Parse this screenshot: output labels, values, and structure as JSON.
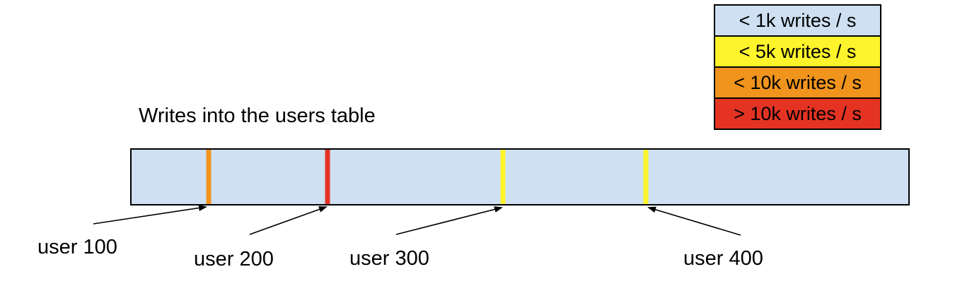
{
  "title": "Writes into the users table",
  "legend": {
    "items": [
      {
        "label": "< 1k writes / s",
        "color": "#cfe0f2"
      },
      {
        "label": "< 5k writes / s",
        "color": "#fdf42c"
      },
      {
        "label": "< 10k writes / s",
        "color": "#f0941e"
      },
      {
        "label": "> 10k writes / s",
        "color": "#e43323"
      }
    ]
  },
  "bar": {
    "fill": "#cfe0f2",
    "markers": [
      {
        "label": "user 100",
        "color": "#f0941e",
        "position_pct": 9.9,
        "rate_category": "< 10k writes / s"
      },
      {
        "label": "user 200",
        "color": "#e43323",
        "position_pct": 25.2,
        "rate_category": "> 10k writes / s"
      },
      {
        "label": "user 300",
        "color": "#fdf42c",
        "position_pct": 47.8,
        "rate_category": "< 5k writes / s"
      },
      {
        "label": "user 400",
        "color": "#fdf42c",
        "position_pct": 66.2,
        "rate_category": "< 5k writes / s"
      }
    ]
  }
}
